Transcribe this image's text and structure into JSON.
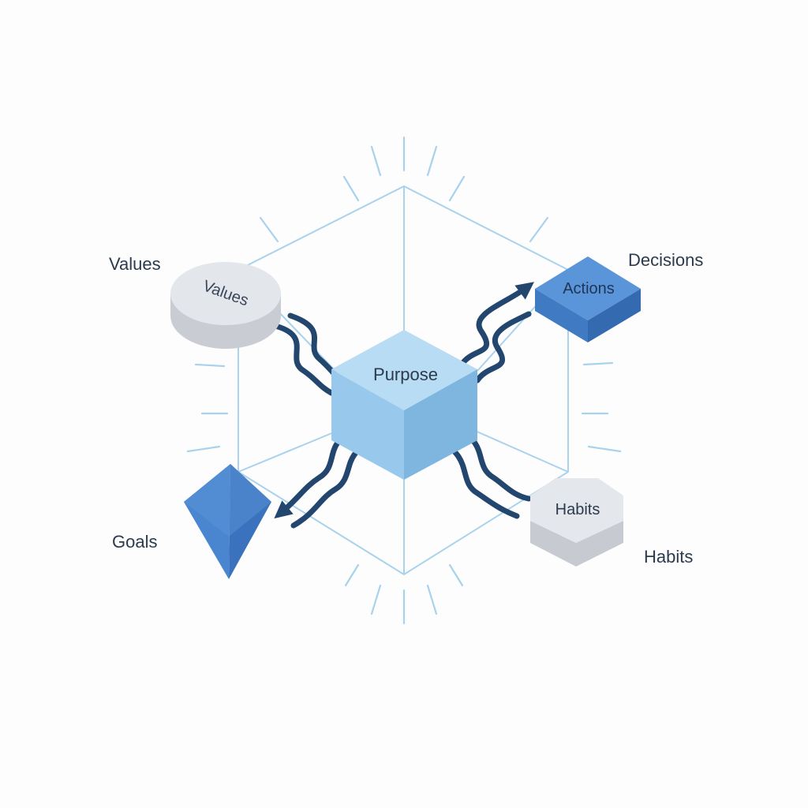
{
  "diagram": {
    "center": {
      "label": "Purpose"
    },
    "nodes": {
      "values": {
        "outer_label": "Values",
        "shape_label": "Values"
      },
      "actions": {
        "outer_label": "Decisions",
        "shape_label": "Actions"
      },
      "goals": {
        "outer_label": "Goals"
      },
      "habits": {
        "outer_label": "Habits",
        "shape_label": "Habits"
      }
    }
  },
  "colors": {
    "frame": "#a9d2ec",
    "connector": "#23466f",
    "cube_top": "#b7dcf3",
    "cube_left": "#98c9ec",
    "cube_right": "#7fb6e0",
    "accent_blue": "#4a86d0",
    "gray_light": "#e3e6ea",
    "gray_dark": "#c7cbd1",
    "text": "#2c3a4e"
  }
}
